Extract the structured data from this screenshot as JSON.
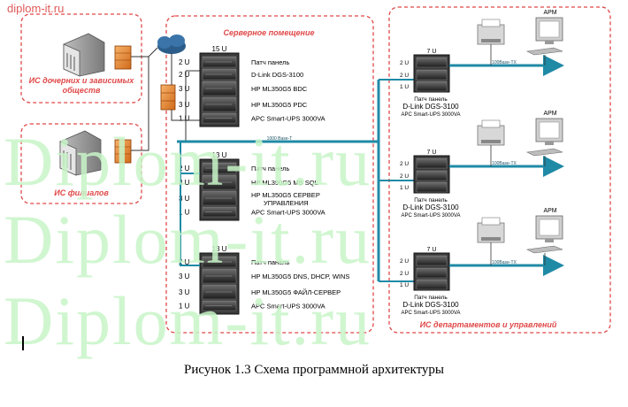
{
  "watermark": {
    "top": "diplom-it.ru",
    "big": "Diplom-it.ru"
  },
  "caption": "Рисунок 1.3 Схема программной архитектуры",
  "zones": {
    "subsidiaries": "ИС дочерних и зависимых обществ",
    "branches": "ИС филиалов",
    "server_room": "Серверное помещение",
    "departments": "ИС департаментов и управлений"
  },
  "racks": [
    {
      "size": "15 U",
      "rows": [
        {
          "u": "2 U",
          "label": "Патч панель"
        },
        {
          "u": "2 U",
          "label": "D-Link DGS-3100"
        },
        {
          "u": "3 U",
          "label": "HP ML350G5 BDC"
        },
        {
          "u": "3 U",
          "label": "HP ML350G5 PDC"
        },
        {
          "u": "1 U",
          "label": "APC Smart-UPS 3000VA"
        }
      ]
    },
    {
      "size": "13 U",
      "rows": [
        {
          "u": "2 U",
          "label": "Патч панель"
        },
        {
          "u": "3 U",
          "label": "HP ML350G5 MS SQL"
        },
        {
          "u": "3 U",
          "label": "HP ML350G5 СЕРВЕР УПРАВЛЕНИЯ"
        },
        {
          "u": "1 U",
          "label": "APC Smart-UPS 3000VA"
        }
      ]
    },
    {
      "size": "13 U",
      "rows": [
        {
          "u": "2 U",
          "label": "Патч панель"
        },
        {
          "u": "3 U",
          "label": "HP ML350G5 DNS, DHCP, WINS"
        },
        {
          "u": "3 U",
          "label": "HP ML350G5 ФАЙЛ-СЕРВЕР"
        },
        {
          "u": "1 U",
          "label": "APC Smart-UPS 3000VA"
        }
      ]
    }
  ],
  "dept_racks": [
    {
      "size": "7 U",
      "rows": [
        "2 U",
        "2 U",
        "1 U"
      ],
      "labels": [
        "Патч панель",
        "D-Link DGS-3100",
        "APC Smart-UPS 3000VA"
      ]
    },
    {
      "size": "7 U",
      "rows": [
        "2 U",
        "2 U",
        "1 U"
      ],
      "labels": [
        "Патч панель",
        "D-Link DGS-3100",
        "APC Smart-UPS 3000VA"
      ]
    },
    {
      "size": "7 U",
      "rows": [
        "2 U",
        "2 U",
        "1 U"
      ],
      "labels": [
        "Патч панель",
        "D-Link DGS-3100",
        "APC Smart-UPS 3000VA"
      ]
    }
  ],
  "arm_label": "АРМ",
  "bus_label": "1000 Base-T",
  "lan_label": "100Base-TX"
}
